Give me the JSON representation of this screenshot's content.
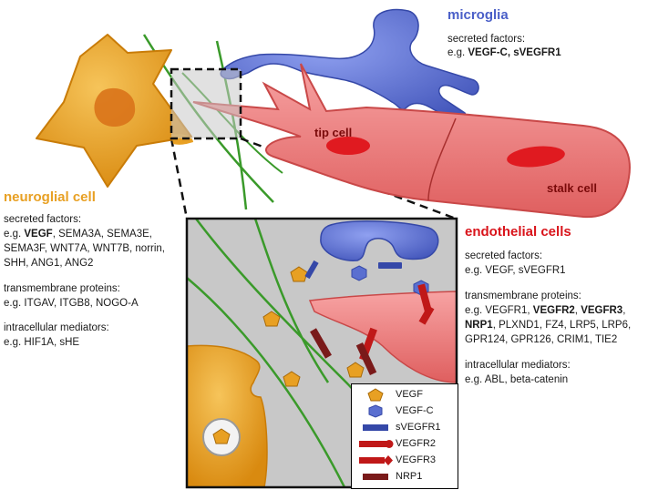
{
  "microglia": {
    "title": "microglia",
    "line1": "secreted factors:",
    "line2_prefix": "e.g. ",
    "line2_bold": "VEGF-C, sVEGFR1"
  },
  "neuroglial": {
    "title": "neuroglial cell",
    "secreted_heading": "secreted factors:",
    "secreted_l1_prefix": "e.g. ",
    "secreted_l1_bold": "VEGF",
    "secreted_l1_rest": ", SEMA3A, SEMA3E,",
    "secreted_l2": "SEMA3F, WNT7A, WNT7B, norrin,",
    "secreted_l3": "SHH, ANG1, ANG2",
    "transmembrane_heading": "transmembrane proteins:",
    "transmembrane_l1": "e.g. ITGAV, ITGB8, NOGO-A",
    "intracellular_heading": "intracellular mediators:",
    "intracellular_l1": "e.g. HIF1A, sHE"
  },
  "endothelial": {
    "title": "endothelial cells",
    "secreted_heading": "secreted factors:",
    "secreted_l1": "e.g. VEGF, sVEGFR1",
    "transmembrane_heading": "transmembrane proteins:",
    "tm_l1_prefix": "e.g. VEGFR1, ",
    "tm_l1_bold": "VEGFR2",
    "tm_l1_sep": ", ",
    "tm_l1_bold2": "VEGFR3",
    "tm_l1_end": ",",
    "tm_l2_bold": "NRP1",
    "tm_l2_rest": ", PLXND1, FZ4, LRP5, LRP6,",
    "tm_l3": "GPR124, GPR126, CRIM1, TIE2",
    "intracellular_heading": "intracellular mediators:",
    "intracellular_l1": "e.g. ABL, beta-catenin"
  },
  "cells": {
    "tip_cell": "tip cell",
    "stalk_cell": "stalk cell"
  },
  "legend": [
    {
      "label": "VEGF",
      "icon": "vegf-pentagon-icon"
    },
    {
      "label": "VEGF-C",
      "icon": "vegfc-hexagon-icon"
    },
    {
      "label": "sVEGFR1",
      "icon": "svegfr1-bar-icon"
    },
    {
      "label": "VEGFR2",
      "icon": "vegfr2-receptor-icon"
    },
    {
      "label": "VEGFR3",
      "icon": "vegfr3-receptor-icon"
    },
    {
      "label": "NRP1",
      "icon": "nrp1-bar-icon"
    }
  ],
  "colors": {
    "neuroglial": "#e8a023",
    "microglia": "#5a6fd0",
    "endothelial": "#e86a6a",
    "endothelial_title": "#d9141b",
    "fiber": "#3a9a2a",
    "inset_bg": "#c8c8c8"
  }
}
